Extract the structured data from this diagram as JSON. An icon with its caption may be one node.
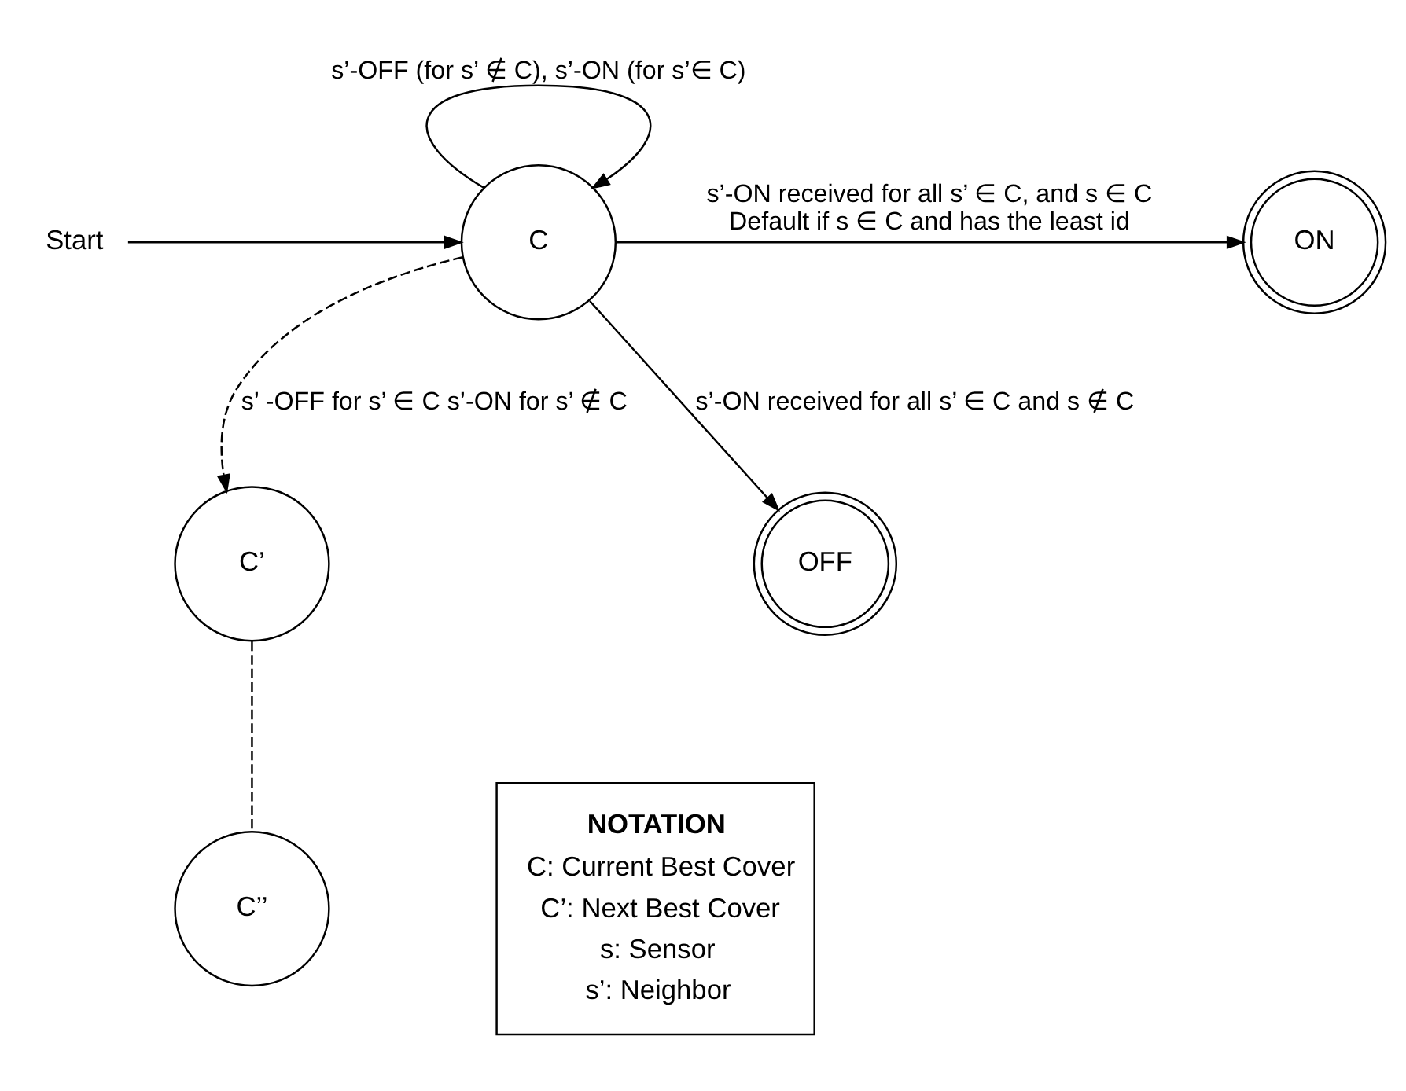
{
  "diagram": {
    "nodes": [
      {
        "text": [
          "Start"
        ]
      },
      {
        "text": [
          "C"
        ]
      },
      {
        "text": [
          "C’"
        ]
      },
      {
        "text": [
          "C’’"
        ]
      },
      {
        "text": [
          "ON"
        ]
      },
      {
        "text": [
          "OFF"
        ]
      },
      {
        "text": [
          "NOTATION",
          "C: Current Best Cover",
          "C’: Next Best Cover",
          "s: Sensor",
          "s’: Neighbor"
        ]
      }
    ],
    "edges": [
      {
        "from": 0,
        "to": 1,
        "arrow": "to"
      },
      {
        "from": 1,
        "to": 1,
        "arrow": "to",
        "label": "s’-OFF (for s’ ∉ C), s’-ON (for s’∈ C)"
      },
      {
        "from": 1,
        "to": 4,
        "arrow": "to",
        "label": "s’-ON received for all s’ ∈ C, and s ∈ C Default if s ∈ C and has the least id"
      },
      {
        "from": 1,
        "to": 5,
        "arrow": "to",
        "label": "s’-ON received for all s’ ∈ C and s ∉ C"
      },
      {
        "from": 1,
        "to": 2,
        "arrow": "to",
        "style": "dashed",
        "label": "s’ -OFF for s’ ∈ C s’-ON for s’ ∉ C"
      },
      {
        "from": 2,
        "to": 3,
        "arrow": "none",
        "style": "dashed"
      }
    ]
  }
}
